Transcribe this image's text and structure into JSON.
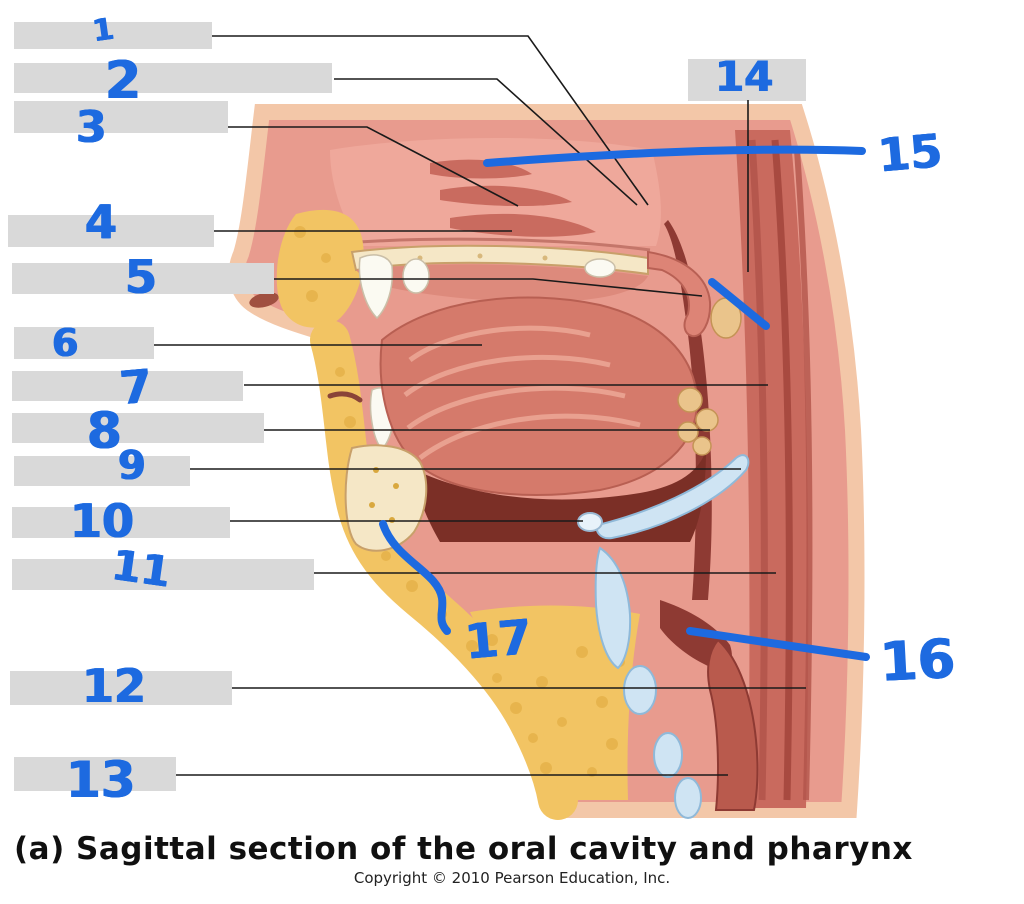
{
  "figure": {
    "caption": "(a) Sagittal section of the oral cavity and pharynx",
    "copyright": "Copyright © 2010 Pearson Education, Inc."
  },
  "annotations": {
    "numbers": [
      "1",
      "2",
      "3",
      "4",
      "5",
      "6",
      "7",
      "8",
      "9",
      "10",
      "11",
      "12",
      "13",
      "14",
      "15",
      "16",
      "17"
    ]
  },
  "labels": {
    "blank_box_count": 14,
    "note_numbers_without_boxes": [
      "15",
      "16",
      "17"
    ]
  },
  "colors": {
    "annotation_blue": "#1d6ae0",
    "label_box_gray": "#d9d9d9",
    "leader_line_black": "#1a1a1a",
    "background": "#ffffff"
  }
}
